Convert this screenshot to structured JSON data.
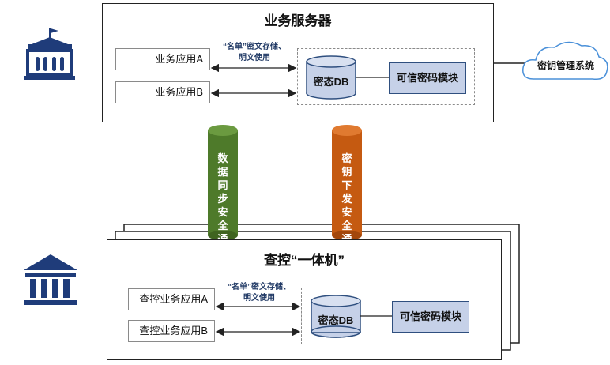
{
  "top": {
    "title": "业务服务器",
    "app_a": "业务应用A",
    "app_b": "业务应用B",
    "note_line1": "“名单”密文存储、",
    "note_line2": "明文使用",
    "db": "密态DB",
    "module": "可信密码模块",
    "cloud": "密钥管理系统"
  },
  "bottom": {
    "title": "查控“一体机”",
    "app_a": "查控业务应用A",
    "app_b": "查控业务应用B",
    "note_line1": "“名单”密文存储、",
    "note_line2": "明文使用",
    "db": "密态DB",
    "module": "可信密码模块"
  },
  "channels": {
    "data_sync": [
      "数据",
      "同步",
      "安全",
      "通道"
    ],
    "key_dist": [
      "密钥",
      "下发",
      "安全",
      "通道"
    ]
  },
  "colors": {
    "green": "#4e7a2a",
    "orange": "#c55a11",
    "navy": "#1f3c7a",
    "module_fill": "#c6d1e8"
  },
  "icons": {
    "top_building": "government-building-icon",
    "bottom_building": "bank-building-icon",
    "cloud": "cloud-icon",
    "db": "database-cylinder-icon"
  }
}
